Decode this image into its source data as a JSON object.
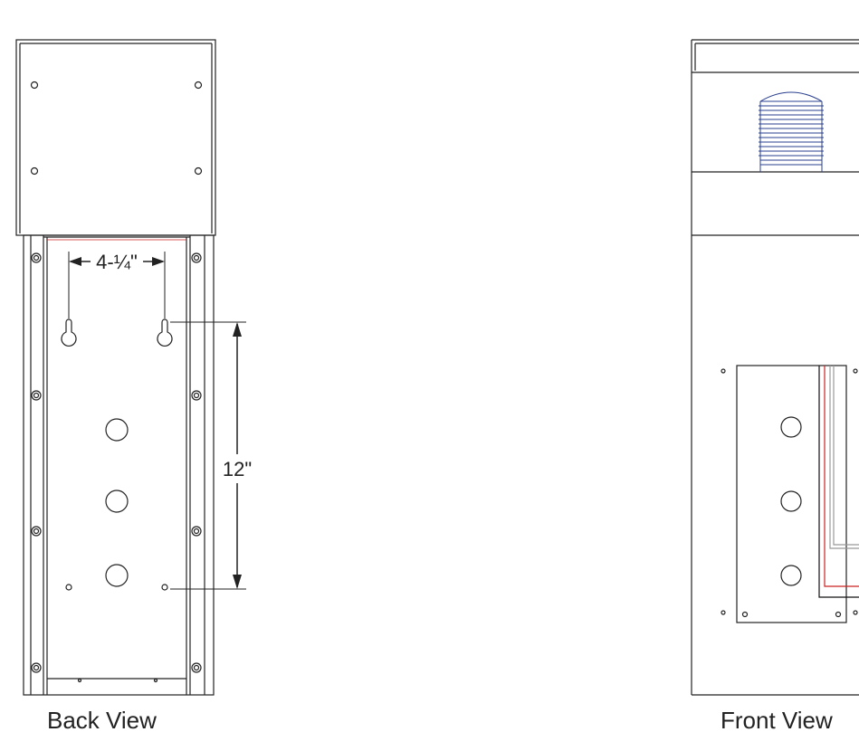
{
  "back_view": {
    "caption": "Back View",
    "dim_keyhole_spacing": "4-¼\"",
    "dim_vertical_spacing": "12\""
  },
  "front_view": {
    "caption": "Front View"
  },
  "colors": {
    "line": "#222222",
    "beacon": "#2a3f8f",
    "wire_red": "#cc2222",
    "wire_black": "#111111",
    "wire_white": "#999999"
  }
}
